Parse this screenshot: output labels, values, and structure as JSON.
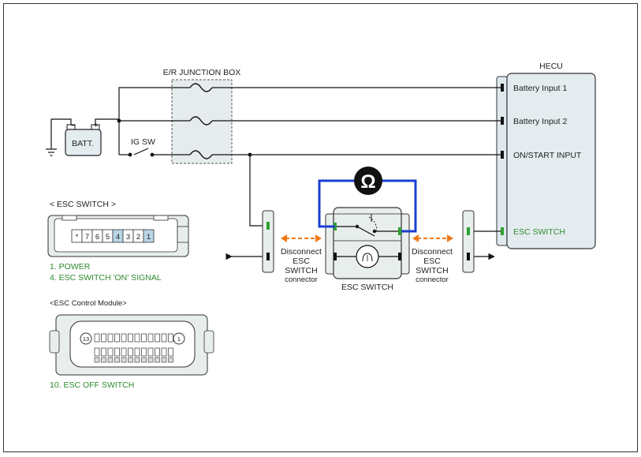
{
  "labels": {
    "junction_box": "E/R JUNCTION BOX",
    "hecu": "HECU",
    "battery_input_1": "Battery Input 1",
    "battery_input_2": "Battery Input 2",
    "on_start_input": "ON/START INPUT",
    "esc_switch_pin": "ESC SWITCH",
    "batt": "BATT.",
    "ig_sw": "IG SW",
    "esc_switch_header": "< ESC SWITCH >",
    "pin_power": "1. POWER",
    "pin_signal": "4. ESC SWITCH 'ON' SIGNAL",
    "esc_module_header": "<ESC Control Module>",
    "pin_off_switch": "10. ESC OFF SWITCH",
    "esc_switch_caption": "ESC SWITCH",
    "disconnect_line1": "Disconnect",
    "disconnect_line2": "ESC",
    "disconnect_line3": "SWITCH",
    "disconnect_line4": "connector",
    "ohm_symbol": "Ω",
    "module_pin_13": "13",
    "module_pin_1": "1"
  },
  "connector_pins": [
    "*",
    "7",
    "6",
    "5",
    "4",
    "3",
    "2",
    "1"
  ],
  "colors": {
    "wire": "#111111",
    "meter_lead": "#1a3fd1",
    "arrow": "#f07a1a",
    "hecu_fill": "#e4ecf0",
    "connector_fill": "#e8eeeb",
    "pin_highlight": "#b8d6e8",
    "green_label": "#2e8b2e",
    "terminal_green": "#2ea02e"
  }
}
